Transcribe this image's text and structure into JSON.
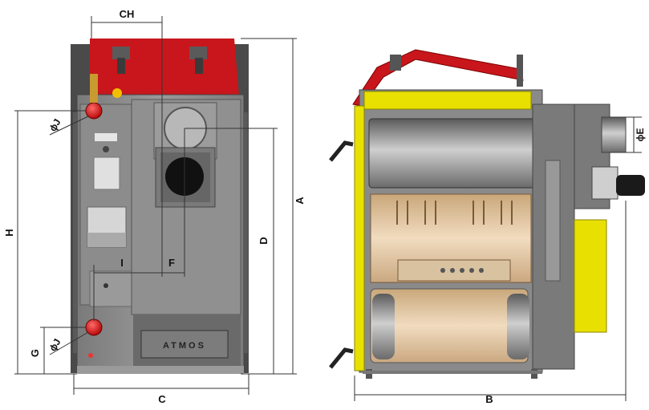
{
  "labels": {
    "CH": "CH",
    "H": "H",
    "A": "A",
    "D": "D",
    "G": "G",
    "I": "I",
    "F": "F",
    "C": "C",
    "B": "B",
    "J_top": "ϕJ",
    "J_bottom": "ϕJ",
    "E": "ϕE"
  },
  "brand_plate": "ATMOS",
  "colors": {
    "body": "#8a8a8a",
    "body_dark": "#5c5c5c",
    "top_red": "#c8161c",
    "yellow": "#e8e000",
    "firebrick": "#e9d2b0",
    "dim": "#333333"
  }
}
